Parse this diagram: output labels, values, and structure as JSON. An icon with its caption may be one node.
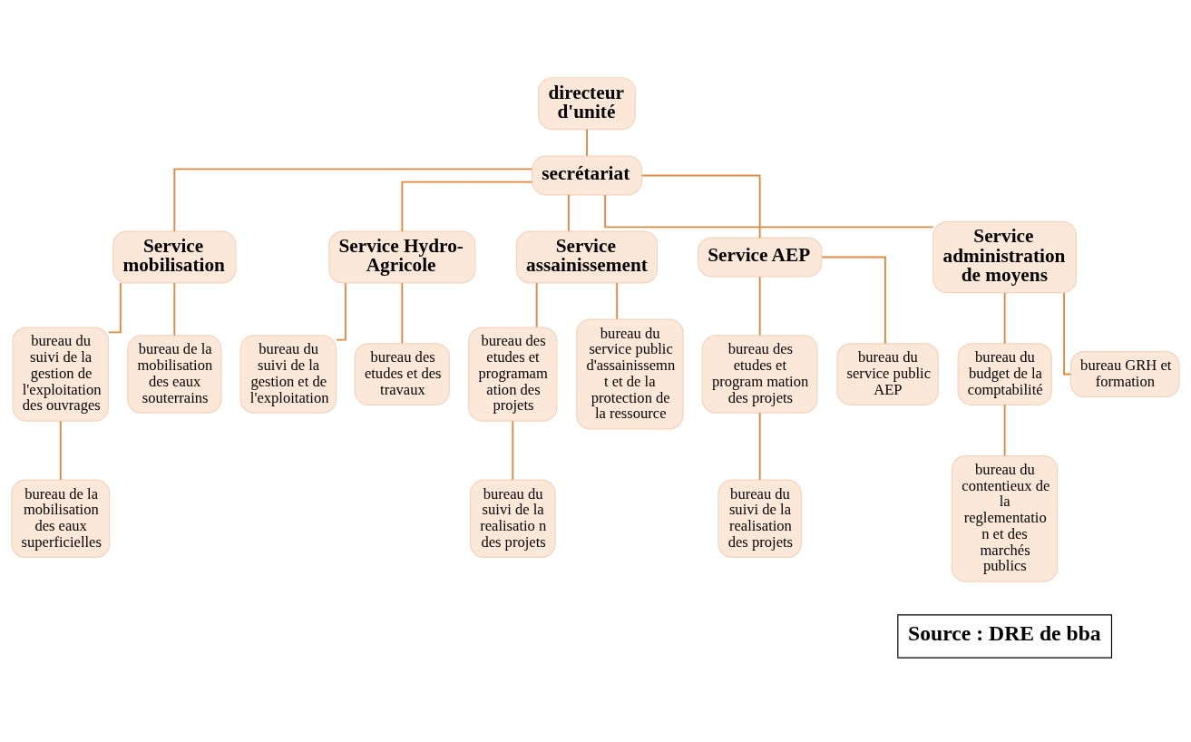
{
  "diagram": {
    "nodes": [
      {
        "text": [
          "directeur d'unité"
        ]
      },
      {
        "text": [
          "secrétariat"
        ]
      },
      {
        "text": [
          "Service mobilisation"
        ]
      },
      {
        "text": [
          "Service Hydro-Agricole"
        ]
      },
      {
        "text": [
          "Service assainissement"
        ]
      },
      {
        "text": [
          "Service AEP"
        ]
      },
      {
        "text": [
          "Service administration de moyens"
        ]
      },
      {
        "text": [
          "bureau du suivi de la gestion de l'exploitation des ouvrages"
        ]
      },
      {
        "text": [
          "bureau de la mobilisation des eaux souterrains"
        ]
      },
      {
        "text": [
          "bureau de la mobilisation des eaux superficielles"
        ]
      },
      {
        "text": [
          "bureau du suivi de la gestion et de l'exploitation"
        ]
      },
      {
        "text": [
          "bureau des etudes et des travaux"
        ]
      },
      {
        "text": [
          "bureau des etudes et programam ation des projets"
        ]
      },
      {
        "text": [
          "bureau du service public d'assainissemnt et de la protection de la ressource"
        ]
      },
      {
        "text": [
          "bureau du suivi de la realisatio n des projets"
        ]
      },
      {
        "text": [
          "bureau des etudes et program mation des projets"
        ]
      },
      {
        "text": [
          "bureau du service public AEP"
        ]
      },
      {
        "text": [
          "bureau du suivi de la realisation des projets"
        ]
      },
      {
        "text": [
          "bureau du budget de la comptabilité"
        ]
      },
      {
        "text": [
          "bureau GRH et formation"
        ]
      },
      {
        "text": [
          "bureau du contentieux de la reglementatio n et des marchés publics"
        ]
      }
    ],
    "edges": [
      {
        "from": 0,
        "to": 1,
        "arrow": "none"
      },
      {
        "from": 1,
        "to": 2,
        "arrow": "none"
      },
      {
        "from": 1,
        "to": 3,
        "arrow": "none"
      },
      {
        "from": 1,
        "to": 4,
        "arrow": "none"
      },
      {
        "from": 1,
        "to": 5,
        "arrow": "none"
      },
      {
        "from": 1,
        "to": 6,
        "arrow": "none"
      },
      {
        "from": 2,
        "to": 7,
        "arrow": "none"
      },
      {
        "from": 2,
        "to": 8,
        "arrow": "none"
      },
      {
        "from": 7,
        "to": 9,
        "arrow": "none"
      },
      {
        "from": 3,
        "to": 10,
        "arrow": "none"
      },
      {
        "from": 3,
        "to": 11,
        "arrow": "none"
      },
      {
        "from": 4,
        "to": 12,
        "arrow": "none"
      },
      {
        "from": 4,
        "to": 13,
        "arrow": "none"
      },
      {
        "from": 12,
        "to": 14,
        "arrow": "none"
      },
      {
        "from": 5,
        "to": 15,
        "arrow": "none"
      },
      {
        "from": 5,
        "to": 16,
        "arrow": "none"
      },
      {
        "from": 15,
        "to": 17,
        "arrow": "none"
      },
      {
        "from": 6,
        "to": 18,
        "arrow": "none"
      },
      {
        "from": 6,
        "to": 19,
        "arrow": "none"
      },
      {
        "from": 18,
        "to": 20,
        "arrow": "none"
      }
    ],
    "labels": [
      "Source : DRE de bba"
    ]
  }
}
